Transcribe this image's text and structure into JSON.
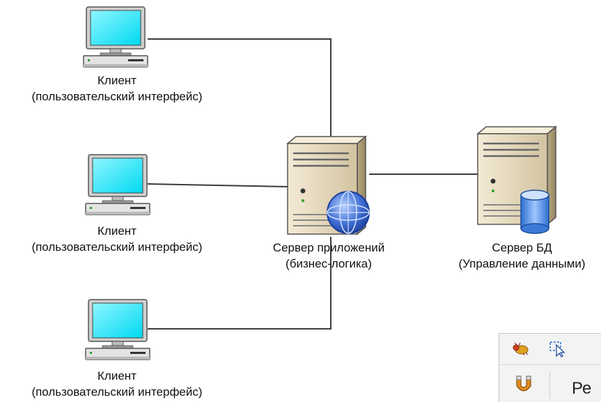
{
  "client_1": {
    "title": "Клиент",
    "subtitle": "(пользовательский интерфейс)"
  },
  "client_2": {
    "title": "Клиент",
    "subtitle": "(пользовательский интерфейс)"
  },
  "client_3": {
    "title": "Клиент",
    "subtitle": "(пользовательский интерфейс)"
  },
  "app_server": {
    "title": "Сервер приложений",
    "subtitle": "(бизнес-логика)",
    "icon": "globe-icon"
  },
  "db_server": {
    "title": "Сервер БД",
    "subtitle": "(Управление данными)",
    "icon": "database-icon"
  },
  "toolbar_fragment": {
    "label": "Ре"
  },
  "colors": {
    "screen": "#00e5ff",
    "case": "#e9dcc0",
    "line": "#3a3a3a",
    "globe": "#2f5ec4",
    "db": "#4f8fe0"
  }
}
